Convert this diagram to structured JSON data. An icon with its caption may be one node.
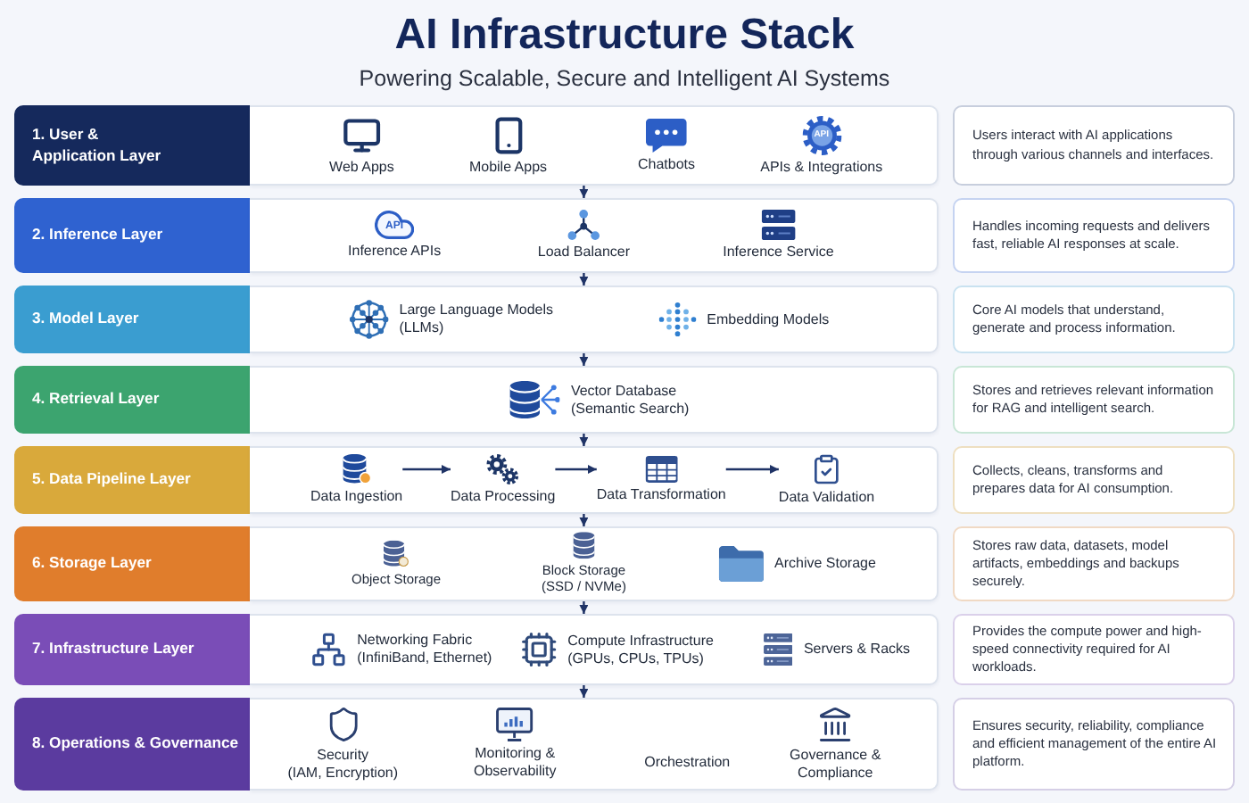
{
  "diagram": {
    "title": "AI Infrastructure Stack",
    "nodes": [
      {
        "text": [
          "1. User & Application Layer"
        ]
      },
      {
        "text": [],
        "shape": "box"
      },
      {
        "text": [
          "Web Apps"
        ],
        "in": 1
      },
      {
        "text": [
          "Mobile Apps"
        ],
        "in": 1
      },
      {
        "text": [
          "Chatbots"
        ],
        "in": 1
      },
      {
        "text": [
          "API",
          "APIs & Integrations"
        ],
        "in": 1
      },
      {
        "text": [
          "Users interact with AI applications through various channels and interfaces."
        ]
      },
      {
        "text": [
          "2. Inference Layer"
        ]
      },
      {
        "text": [],
        "shape": "box"
      },
      {
        "text": [
          "API",
          "Inference APIs"
        ],
        "in": 8
      },
      {
        "text": [
          "Load Balancer"
        ],
        "in": 8
      },
      {
        "text": [
          "Inference Service"
        ],
        "in": 8
      },
      {
        "text": [
          "Handles incoming requests and delivers fast, reliable AI responses at scale."
        ]
      },
      {
        "text": [
          "3. Model Layer"
        ]
      },
      {
        "text": [],
        "shape": "box"
      },
      {
        "text": [
          "Large Language Models",
          "(LLMs)"
        ],
        "in": 14
      },
      {
        "text": [
          "Embedding Models"
        ],
        "in": 14
      },
      {
        "text": [
          "Core AI models that understand, generate and process information."
        ]
      },
      {
        "text": [
          "4. Retrieval Layer"
        ]
      },
      {
        "text": [],
        "shape": "box"
      },
      {
        "text": [
          "Vector Database",
          "(Semantic Search)"
        ],
        "in": 19
      },
      {
        "text": [
          "Stores and retrieves relevant information for RAG and intelligent search."
        ]
      },
      {
        "text": [
          "5. Data Pipeline Layer"
        ]
      },
      {
        "text": [],
        "shape": "box"
      },
      {
        "text": [
          "Data Ingestion"
        ],
        "in": 23
      },
      {
        "text": [
          "Data Processing"
        ],
        "in": 23
      },
      {
        "text": [
          "Data Transformation"
        ],
        "in": 23
      },
      {
        "text": [
          "Data Validation"
        ],
        "in": 23
      },
      {
        "text": [
          "Collects, cleans, transforms and prepares data for AI consumption."
        ]
      },
      {
        "text": [
          "6. Storage Layer"
        ]
      },
      {
        "text": [],
        "shape": "box"
      },
      {
        "text": [
          "Object Storage"
        ],
        "in": 30
      },
      {
        "text": [
          "Block Storage",
          "(SSD / NVMe)"
        ],
        "in": 30
      },
      {
        "text": [
          "Archive Storage"
        ],
        "in": 30
      },
      {
        "text": [
          "Stores raw data, datasets, model artifacts, embeddings and backups securely."
        ]
      },
      {
        "text": [
          "7. Infrastructure Layer"
        ]
      },
      {
        "text": [],
        "shape": "box"
      },
      {
        "text": [
          "Networking Fabric",
          "(InfiniBand, Ethernet)"
        ],
        "in": 36
      },
      {
        "text": [
          "Compute Infrastructure",
          "(GPUs, CPUs, TPUs)"
        ],
        "in": 36
      },
      {
        "text": [
          "Servers & Racks"
        ],
        "in": 36
      },
      {
        "text": [
          "Provides the compute power and high-speed connectivity required for AI workloads."
        ]
      },
      {
        "text": [
          "8. Operations & Governance"
        ]
      },
      {
        "text": [],
        "shape": "box"
      },
      {
        "text": [
          "Security",
          "(IAM, Encryption)"
        ],
        "in": 42
      },
      {
        "text": [
          "Monitoring & Observability"
        ],
        "in": 42
      },
      {
        "text": [
          "Orchestration"
        ],
        "in": 42
      },
      {
        "text": [
          "Governance & Compliance"
        ],
        "in": 42
      },
      {
        "text": [
          "Ensures security, reliability, compliance and efficient management of the entire AI platform."
        ]
      }
    ],
    "edges": [
      {
        "from": 1,
        "to": 8,
        "arrow": "to"
      },
      {
        "from": 8,
        "to": 14,
        "arrow": "to"
      },
      {
        "from": 14,
        "to": 19,
        "arrow": "to"
      },
      {
        "from": 19,
        "to": 23,
        "arrow": "to"
      },
      {
        "from": 24,
        "to": 25,
        "arrow": "to"
      },
      {
        "from": 25,
        "to": 26,
        "arrow": "to"
      },
      {
        "from": 26,
        "to": 27,
        "arrow": "to"
      },
      {
        "from": 23,
        "to": 30,
        "arrow": "to"
      },
      {
        "from": 30,
        "to": 36,
        "arrow": "to"
      },
      {
        "from": 36,
        "to": 42,
        "arrow": "to"
      }
    ],
    "labels": [
      "Powering Scalable, Secure and Intelligent AI Systems"
    ]
  }
}
